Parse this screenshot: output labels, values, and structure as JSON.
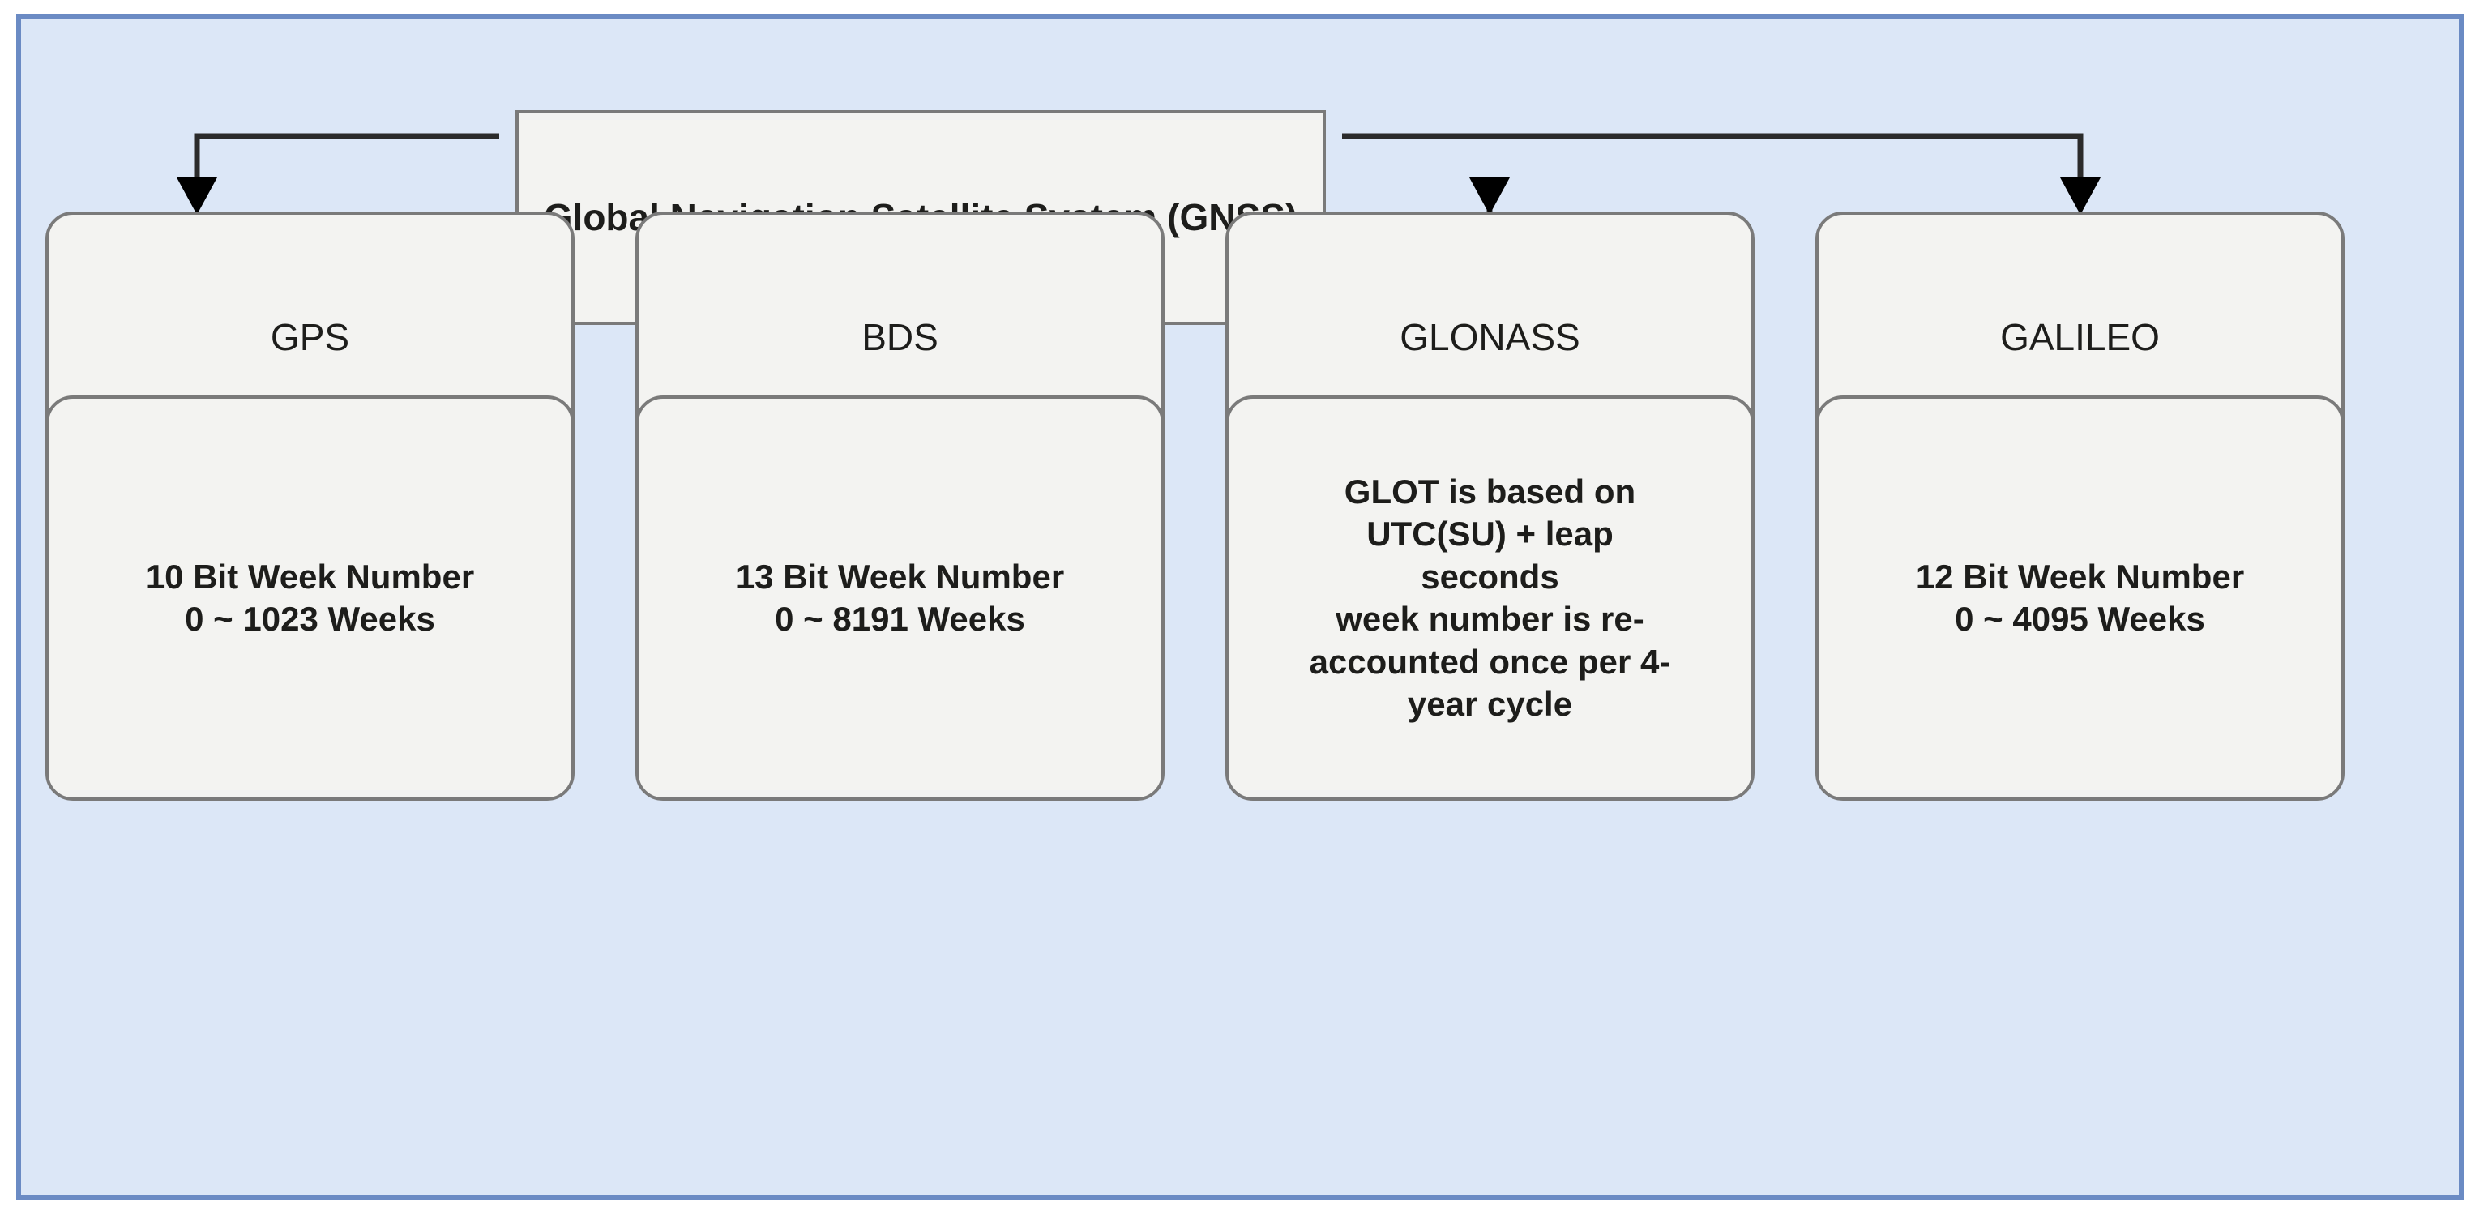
{
  "diagram": {
    "type": "flowchart",
    "background_color": "#dce7f7",
    "frame_border_color": "#6b8bc4",
    "node_fill_color": "#f3f3f1",
    "node_border_color": "#7a7a7a",
    "connector_color": "#2b2b2b",
    "root": {
      "label": "Global Navigation Satellite System (GNSS)"
    },
    "systems": [
      {
        "name": "GPS",
        "detail": "10 Bit Week Number\n0 ~ 1023 Weeks"
      },
      {
        "name": "BDS",
        "detail": "13 Bit Week Number\n0 ~ 8191 Weeks"
      },
      {
        "name": "GLONASS",
        "detail": "GLOT is based on\nUTC(SU) + leap\nseconds\nweek number is re-\naccounted once per 4-\nyear cycle"
      },
      {
        "name": "GALILEO",
        "detail": "12 Bit Week Number\n0 ~ 4095 Weeks"
      }
    ]
  }
}
